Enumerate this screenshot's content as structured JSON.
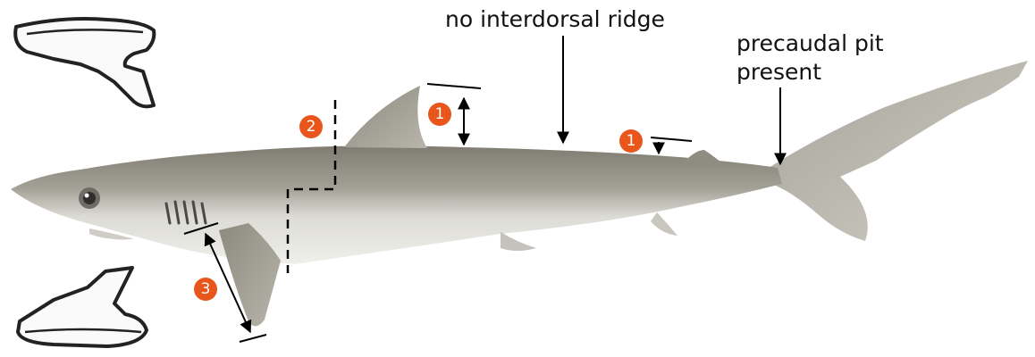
{
  "labels": {
    "ridge": "no interdorsal ridge",
    "pit_line1": "precaudal pit",
    "pit_line2": "present"
  },
  "badges": [
    "1",
    "2",
    "1",
    "3"
  ],
  "colors": {
    "badge": "#e8561c",
    "shark_back": "#8a877c",
    "shark_belly": "#e4e4df",
    "fin": "#9e9b91",
    "tooth_outline": "#222222",
    "line": "#000000"
  }
}
